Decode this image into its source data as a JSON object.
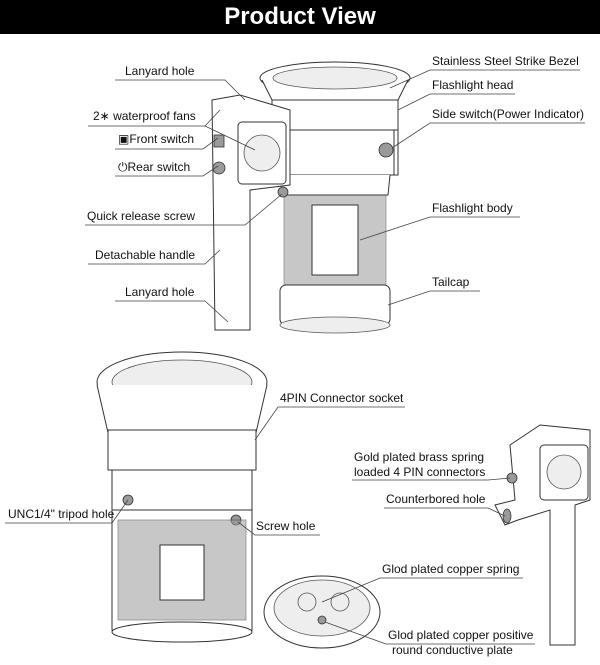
{
  "header": {
    "title": "Product View"
  },
  "top_view": {
    "left_labels": [
      {
        "text": "Lanyard hole"
      },
      {
        "text": "2∗ waterproof fans"
      },
      {
        "text": "Front switch",
        "icon": "front-switch-icon"
      },
      {
        "text": "Rear switch",
        "icon": "power-icon"
      },
      {
        "text": "Quick release screw"
      },
      {
        "text": "Detachable handle"
      },
      {
        "text": "Lanyard hole"
      }
    ],
    "right_labels": [
      {
        "text": "Stainless Steel Strike Bezel"
      },
      {
        "text": "Flashlight head"
      },
      {
        "text": "Side switch(Power Indicator)"
      },
      {
        "text": "Flashlight body"
      },
      {
        "text": "Tailcap"
      }
    ]
  },
  "bottom_view": {
    "labels": [
      {
        "text": "4PIN Connector socket"
      },
      {
        "text": "Gold plated brass spring"
      },
      {
        "text": "loaded 4 PIN connectors"
      },
      {
        "text": "Counterbored hole"
      },
      {
        "text": "UNC1/4\" tripod hole"
      },
      {
        "text": "Screw hole"
      },
      {
        "text": "Glod plated copper spring"
      },
      {
        "text": "Glod plated copper positive"
      },
      {
        "text": "round conductive plate"
      }
    ]
  }
}
